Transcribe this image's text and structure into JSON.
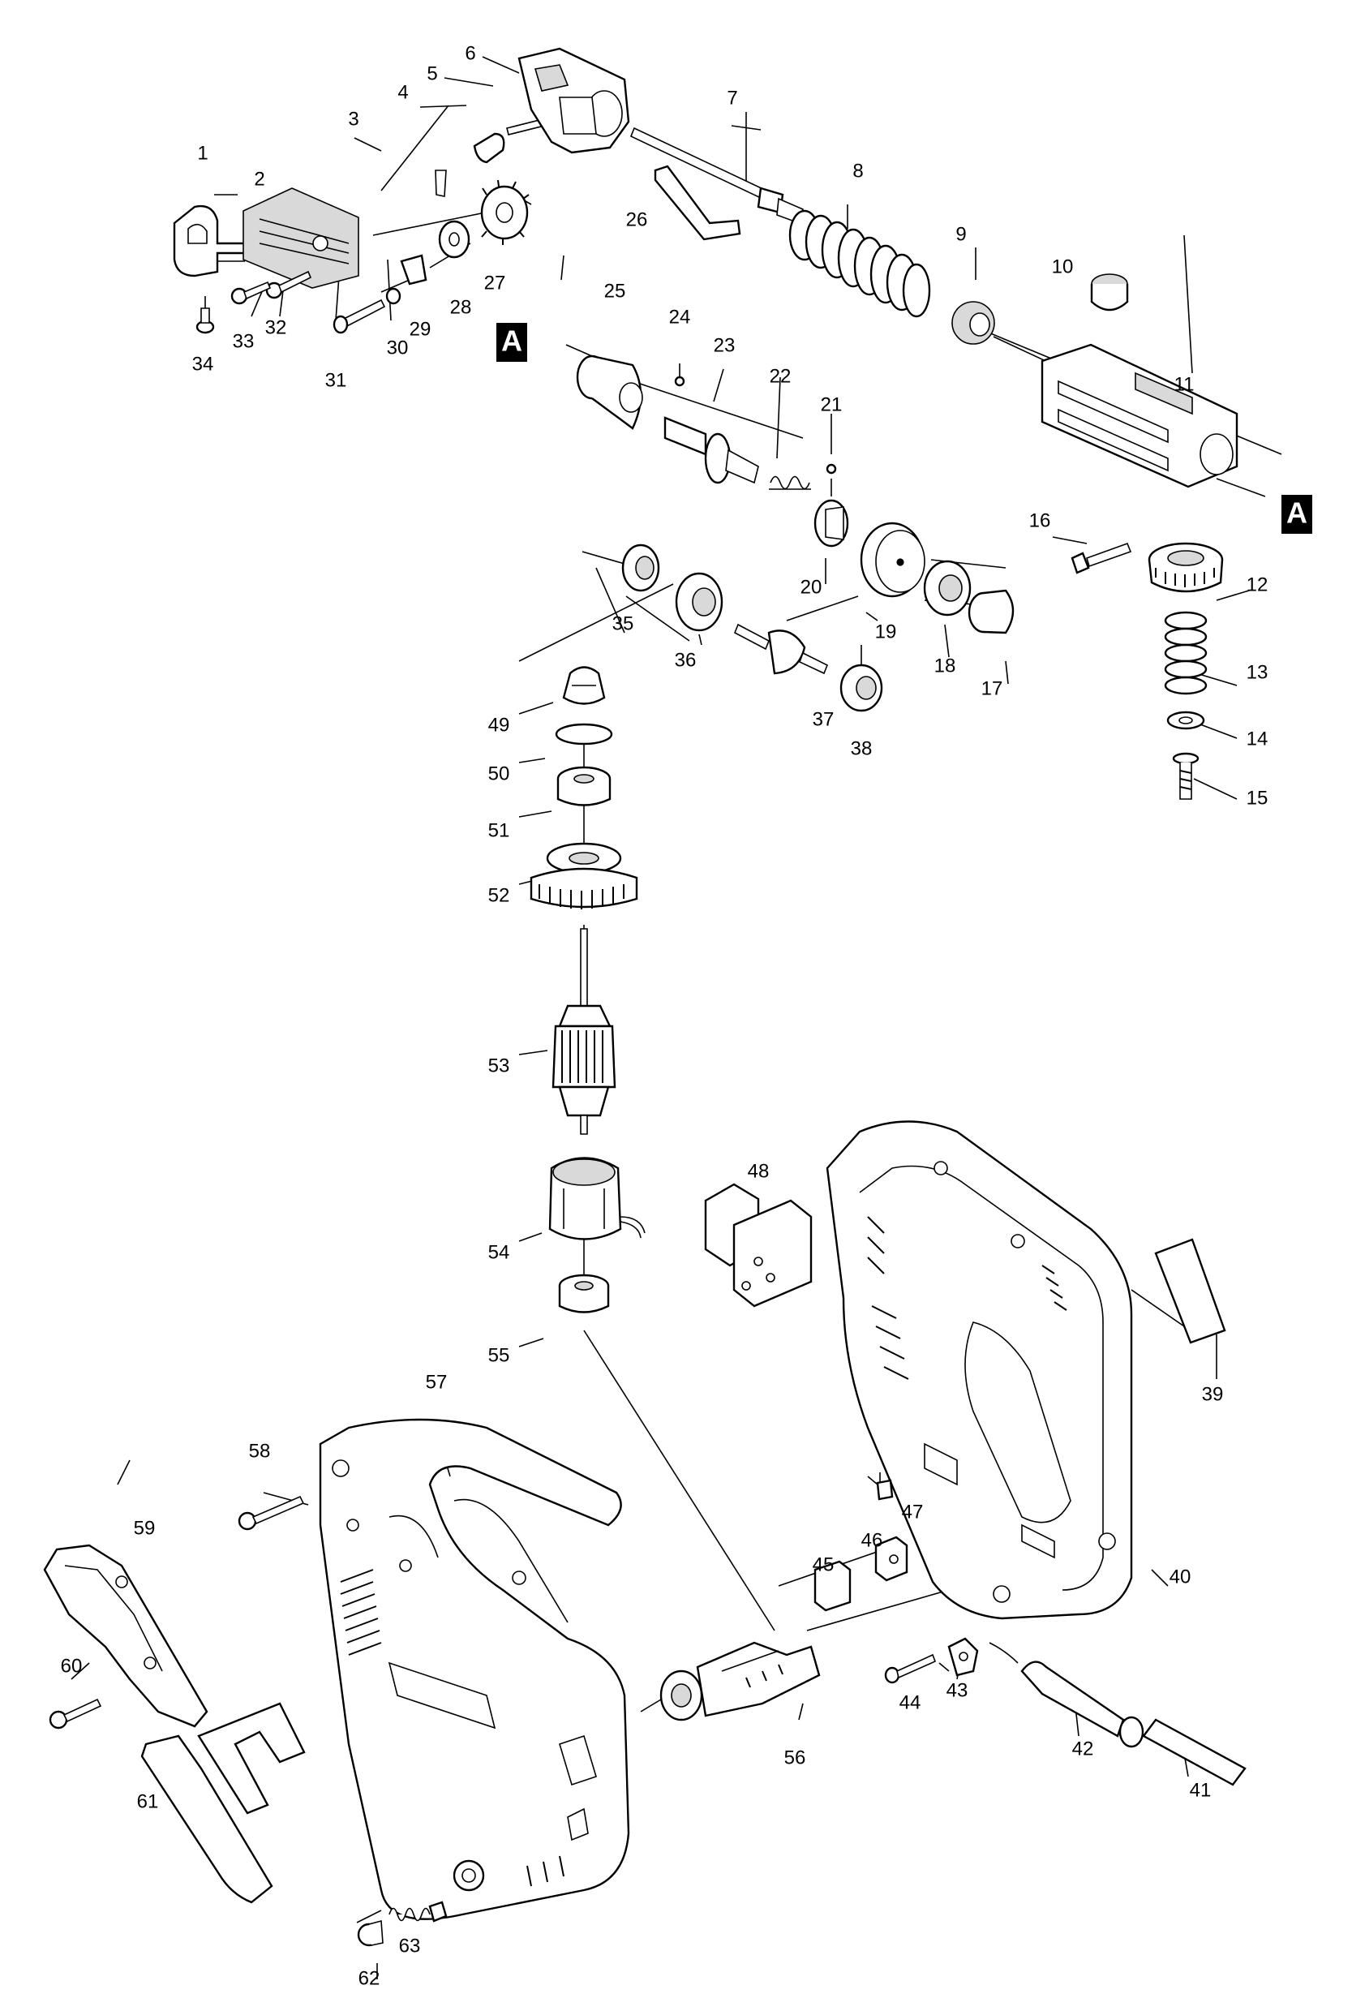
{
  "diagram": {
    "markers": [
      "A",
      "A"
    ],
    "part_numbers": [
      "1",
      "2",
      "3",
      "4",
      "5",
      "6",
      "7",
      "8",
      "9",
      "10",
      "11",
      "12",
      "13",
      "14",
      "15",
      "16",
      "17",
      "18",
      "19",
      "20",
      "21",
      "22",
      "23",
      "24",
      "25",
      "26",
      "27",
      "28",
      "29",
      "30",
      "31",
      "32",
      "33",
      "34",
      "35",
      "36",
      "37",
      "38",
      "39",
      "40",
      "41",
      "42",
      "43",
      "44",
      "45",
      "46",
      "47",
      "48",
      "49",
      "50",
      "51",
      "52",
      "53",
      "54",
      "55",
      "56",
      "57",
      "58",
      "59",
      "60",
      "61",
      "62",
      "63"
    ]
  }
}
